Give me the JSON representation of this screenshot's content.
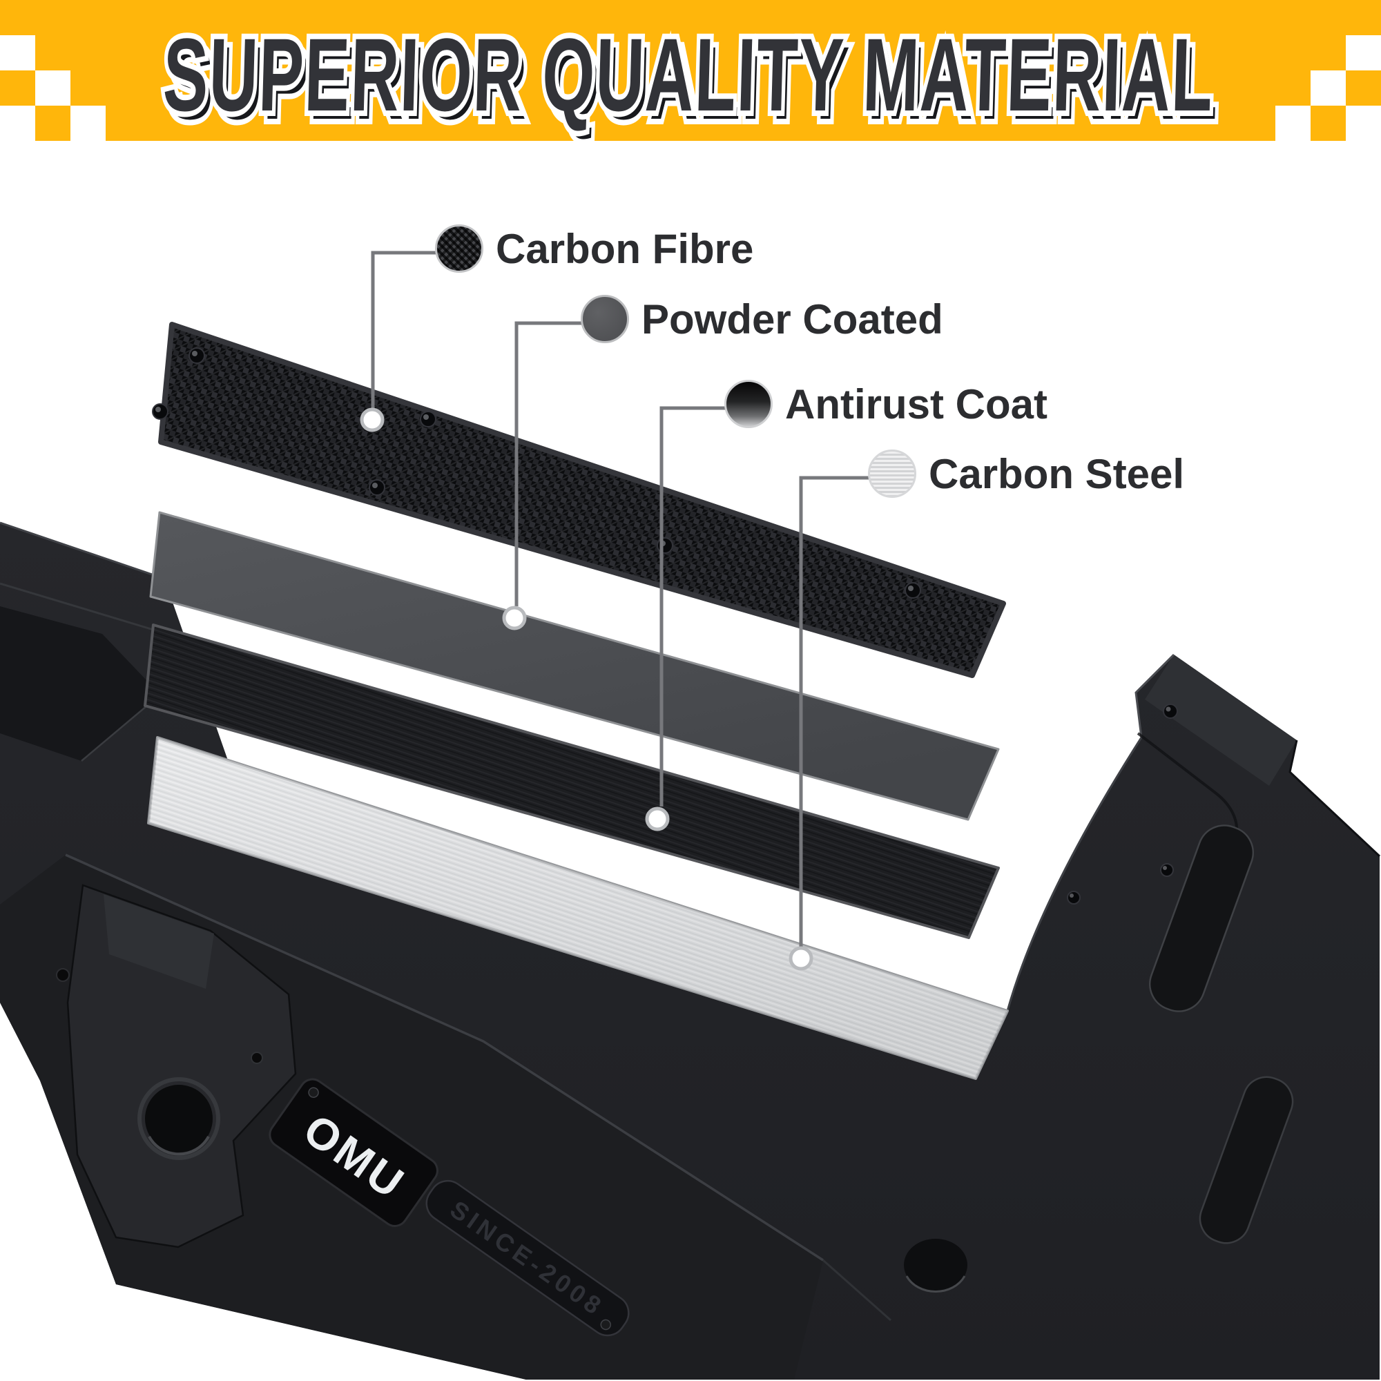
{
  "banner": {
    "title": "SUPERIOR QUALITY MATERIAL",
    "background_color": "#FFB60B",
    "title_color": "#323338"
  },
  "materials": [
    {
      "name": "carbon-fibre",
      "label": "Carbon Fibre"
    },
    {
      "name": "powder-coated",
      "label": "Powder Coated"
    },
    {
      "name": "antirust-coat",
      "label": "Antirust Coat"
    },
    {
      "name": "carbon-steel",
      "label": "Carbon Steel"
    }
  ],
  "product": {
    "brand": "OMU",
    "tagline": "SINCE-2008"
  },
  "colors": {
    "leader_line": "#77787C",
    "label_text": "#2C2D30",
    "bumper_dark": "#232428"
  }
}
